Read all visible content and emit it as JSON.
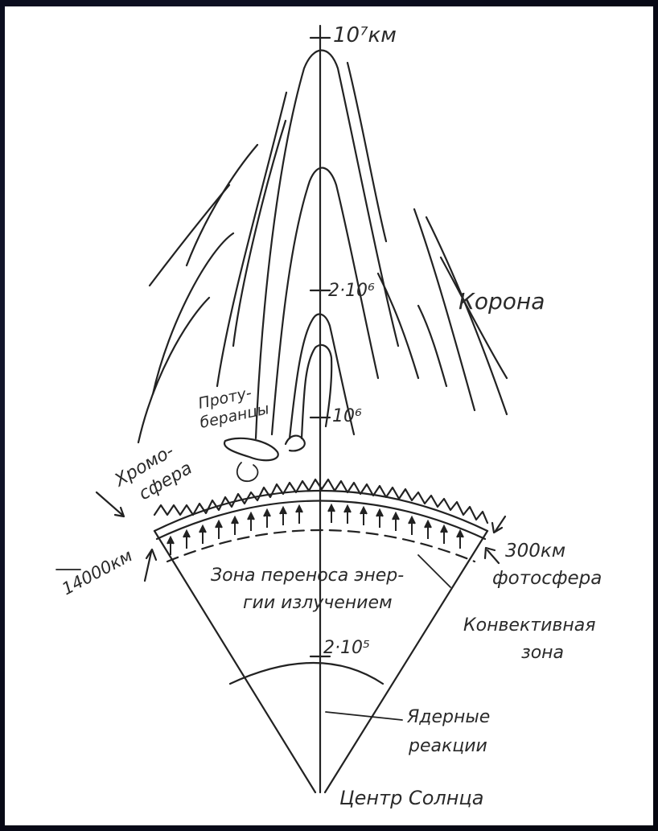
{
  "labels": {
    "top_scale": "10⁷км",
    "scale_2e6": "2·10⁶",
    "scale_1e6": "10⁶",
    "scale_2e5": "2·10⁵",
    "corona": "Корона",
    "prominences_1": "Проту-",
    "prominences_2": "беранцы",
    "chromosphere_1": "Хромо-",
    "chromosphere_2": "сфера",
    "chromo_thickness": "14000км",
    "photo_thickness": "300км",
    "photosphere": "фотосфера",
    "radiative_zone_1": "Зона переноса энер-",
    "radiative_zone_2": "гии излучением",
    "convective_zone_1": "Конвективная",
    "convective_zone_2": "зона",
    "nuclear_1": "Ядерные",
    "nuclear_2": "реакции",
    "center": "Центр Солнца"
  },
  "colors": {
    "background": "#0b0d1e",
    "paper": "#ffffff",
    "ink": "#222222"
  }
}
